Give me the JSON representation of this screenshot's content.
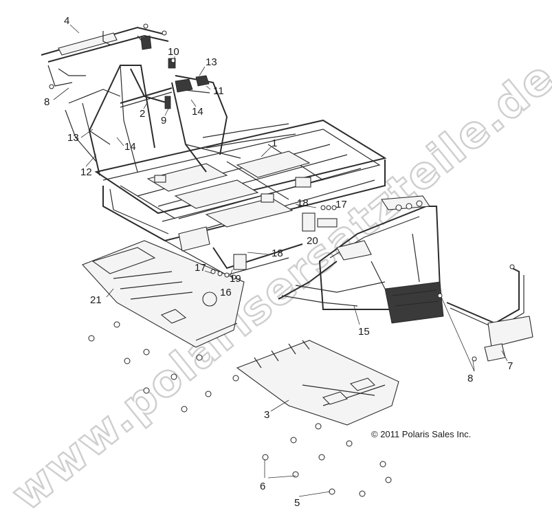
{
  "copyright": "© 2011 Polaris Sales Inc.",
  "watermark": "www.polarisersatzteile.de",
  "callouts": [
    {
      "label": "4"
    },
    {
      "label": "10"
    },
    {
      "label": "13"
    },
    {
      "label": "8"
    },
    {
      "label": "11"
    },
    {
      "label": "2"
    },
    {
      "label": "9"
    },
    {
      "label": "14"
    },
    {
      "label": "13"
    },
    {
      "label": "14"
    },
    {
      "label": "12"
    },
    {
      "label": "1"
    },
    {
      "label": "18"
    },
    {
      "label": "17"
    },
    {
      "label": "20"
    },
    {
      "label": "18"
    },
    {
      "label": "17"
    },
    {
      "label": "19"
    },
    {
      "label": "16"
    },
    {
      "label": "21"
    },
    {
      "label": "15"
    },
    {
      "label": "7"
    },
    {
      "label": "8"
    },
    {
      "label": "3"
    },
    {
      "label": "6"
    },
    {
      "label": "5"
    }
  ]
}
